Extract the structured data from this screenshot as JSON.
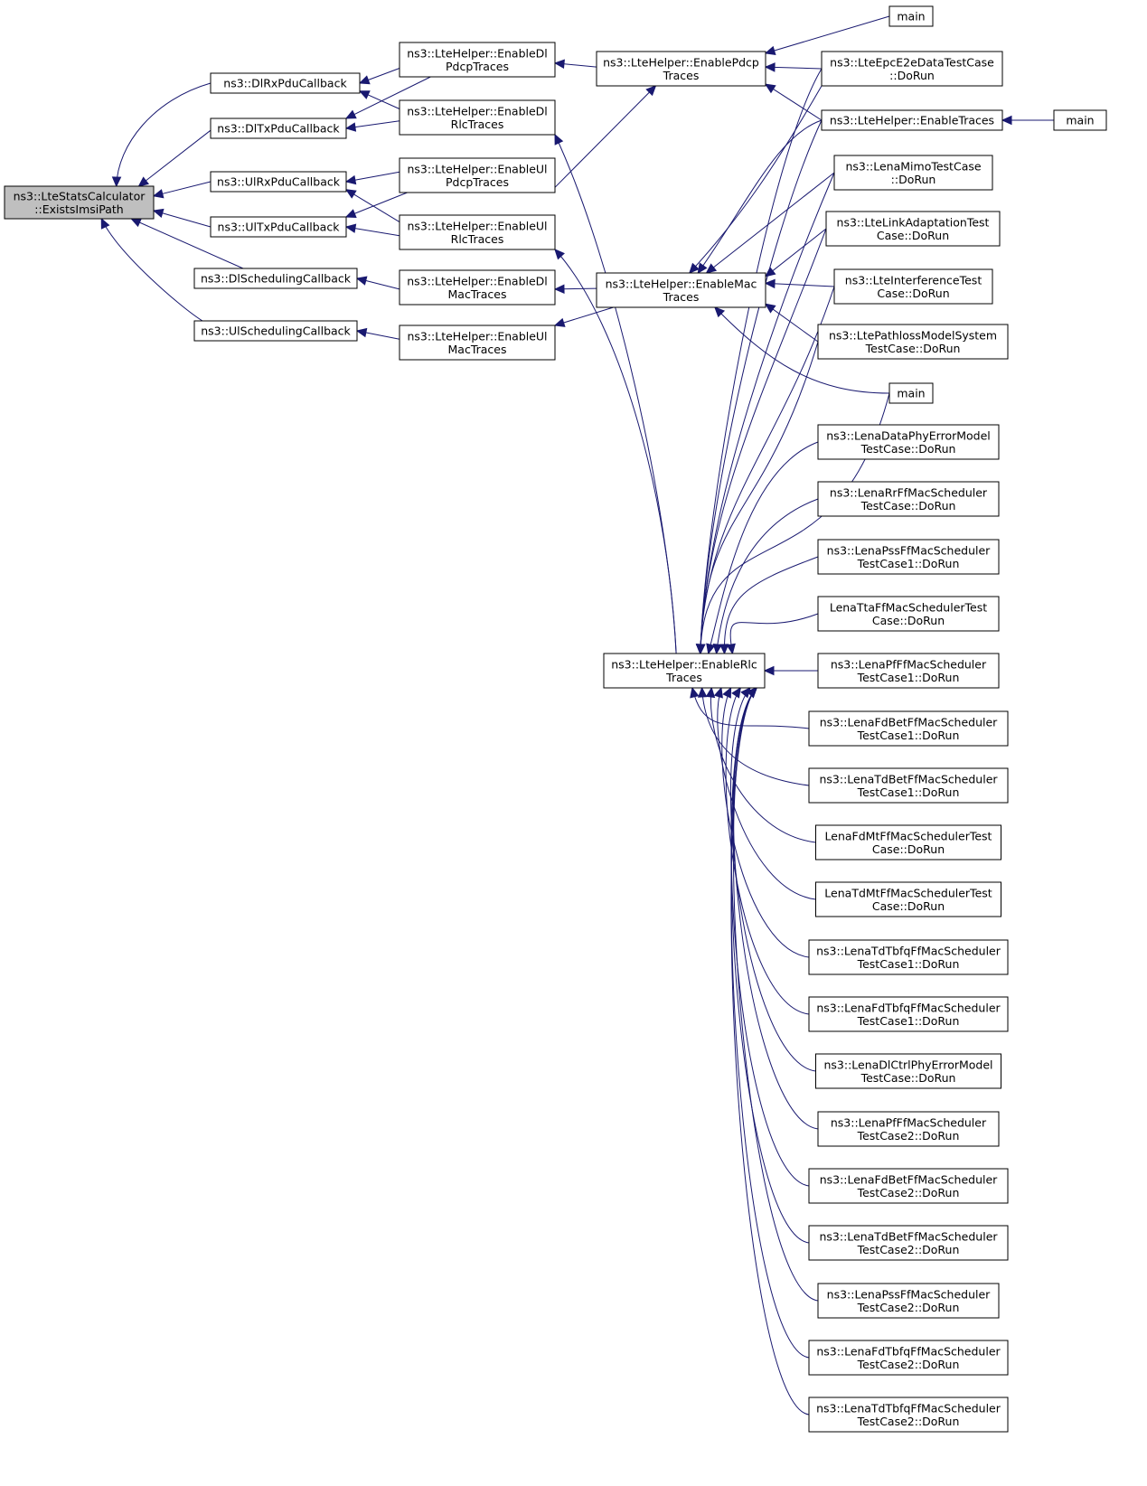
{
  "colors": {
    "edge": "#191970",
    "root_fill": "#bfbfbf",
    "node_fill": "#ffffff",
    "node_border": "#000000"
  },
  "root": [
    "ns3::LteStatsCalculator",
    "::ExistsImsiPath"
  ],
  "callbacks": [
    [
      "ns3::DlRxPduCallback"
    ],
    [
      "ns3::DlTxPduCallback"
    ],
    [
      "ns3::UlRxPduCallback"
    ],
    [
      "ns3::UlTxPduCallback"
    ],
    [
      "ns3::DlSchedulingCallback"
    ],
    [
      "ns3::UlSchedulingCallback"
    ]
  ],
  "enable_traces": [
    [
      "ns3::LteHelper::EnableDl",
      "PdcpTraces"
    ],
    [
      "ns3::LteHelper::EnableDl",
      "RlcTraces"
    ],
    [
      "ns3::LteHelper::EnableUl",
      "PdcpTraces"
    ],
    [
      "ns3::LteHelper::EnableUl",
      "RlcTraces"
    ],
    [
      "ns3::LteHelper::EnableDl",
      "MacTraces"
    ],
    [
      "ns3::LteHelper::EnableUl",
      "MacTraces"
    ]
  ],
  "aggregate": {
    "pdcp": [
      "ns3::LteHelper::EnablePdcp",
      "Traces"
    ],
    "mac": [
      "ns3::LteHelper::EnableMac",
      "Traces"
    ],
    "rlc": [
      "ns3::LteHelper::EnableRlc",
      "Traces"
    ]
  },
  "callers": {
    "main_top": [
      "main"
    ],
    "epc": [
      "ns3::LteEpcE2eDataTestCase",
      "::DoRun"
    ],
    "enable_traces": [
      "ns3::LteHelper::EnableTraces"
    ],
    "main_right": [
      "main"
    ],
    "mimo": [
      "ns3::LenaMimoTestCase",
      "::DoRun"
    ],
    "link_adapt": [
      "ns3::LteLinkAdaptationTest",
      "Case::DoRun"
    ],
    "interference": [
      "ns3::LteInterferenceTest",
      "Case::DoRun"
    ],
    "pathloss": [
      "ns3::LtePathlossModelSystem",
      "TestCase::DoRun"
    ],
    "main_mid": [
      "main"
    ],
    "test_cases": [
      [
        "ns3::LenaDataPhyErrorModel",
        "TestCase::DoRun"
      ],
      [
        "ns3::LenaRrFfMacScheduler",
        "TestCase::DoRun"
      ],
      [
        "ns3::LenaPssFfMacScheduler",
        "TestCase1::DoRun"
      ],
      [
        "LenaTtaFfMacSchedulerTest",
        "Case::DoRun"
      ],
      [
        "ns3::LenaPfFfMacScheduler",
        "TestCase1::DoRun"
      ],
      [
        "ns3::LenaFdBetFfMacScheduler",
        "TestCase1::DoRun"
      ],
      [
        "ns3::LenaTdBetFfMacScheduler",
        "TestCase1::DoRun"
      ],
      [
        "LenaFdMtFfMacSchedulerTest",
        "Case::DoRun"
      ],
      [
        "LenaTdMtFfMacSchedulerTest",
        "Case::DoRun"
      ],
      [
        "ns3::LenaTdTbfqFfMacScheduler",
        "TestCase1::DoRun"
      ],
      [
        "ns3::LenaFdTbfqFfMacScheduler",
        "TestCase1::DoRun"
      ],
      [
        "ns3::LenaDlCtrlPhyErrorModel",
        "TestCase::DoRun"
      ],
      [
        "ns3::LenaPfFfMacScheduler",
        "TestCase2::DoRun"
      ],
      [
        "ns3::LenaFdBetFfMacScheduler",
        "TestCase2::DoRun"
      ],
      [
        "ns3::LenaTdBetFfMacScheduler",
        "TestCase2::DoRun"
      ],
      [
        "ns3::LenaPssFfMacScheduler",
        "TestCase2::DoRun"
      ],
      [
        "ns3::LenaFdTbfqFfMacScheduler",
        "TestCase2::DoRun"
      ],
      [
        "ns3::LenaTdTbfqFfMacScheduler",
        "TestCase2::DoRun"
      ]
    ]
  }
}
